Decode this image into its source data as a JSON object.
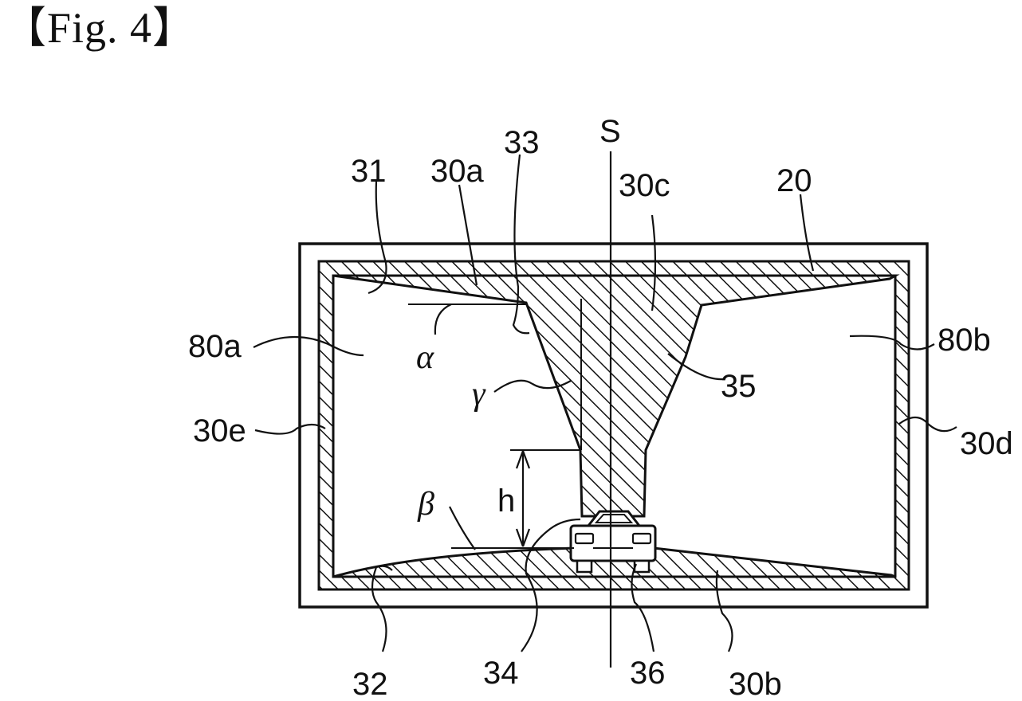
{
  "figure": {
    "title": "【Fig. 4】"
  },
  "labels": {
    "l31": "31",
    "l30a": "30a",
    "l33": "33",
    "lS": "S",
    "l30c": "30c",
    "l20": "20",
    "l80a": "80a",
    "l80b": "80b",
    "l35": "35",
    "l30e": "30e",
    "l30d": "30d",
    "lh": "h",
    "l32": "32",
    "l34": "34",
    "l36": "36",
    "l30b": "30b"
  },
  "angles": {
    "alpha": "α",
    "beta": "β",
    "gamma": "γ"
  }
}
